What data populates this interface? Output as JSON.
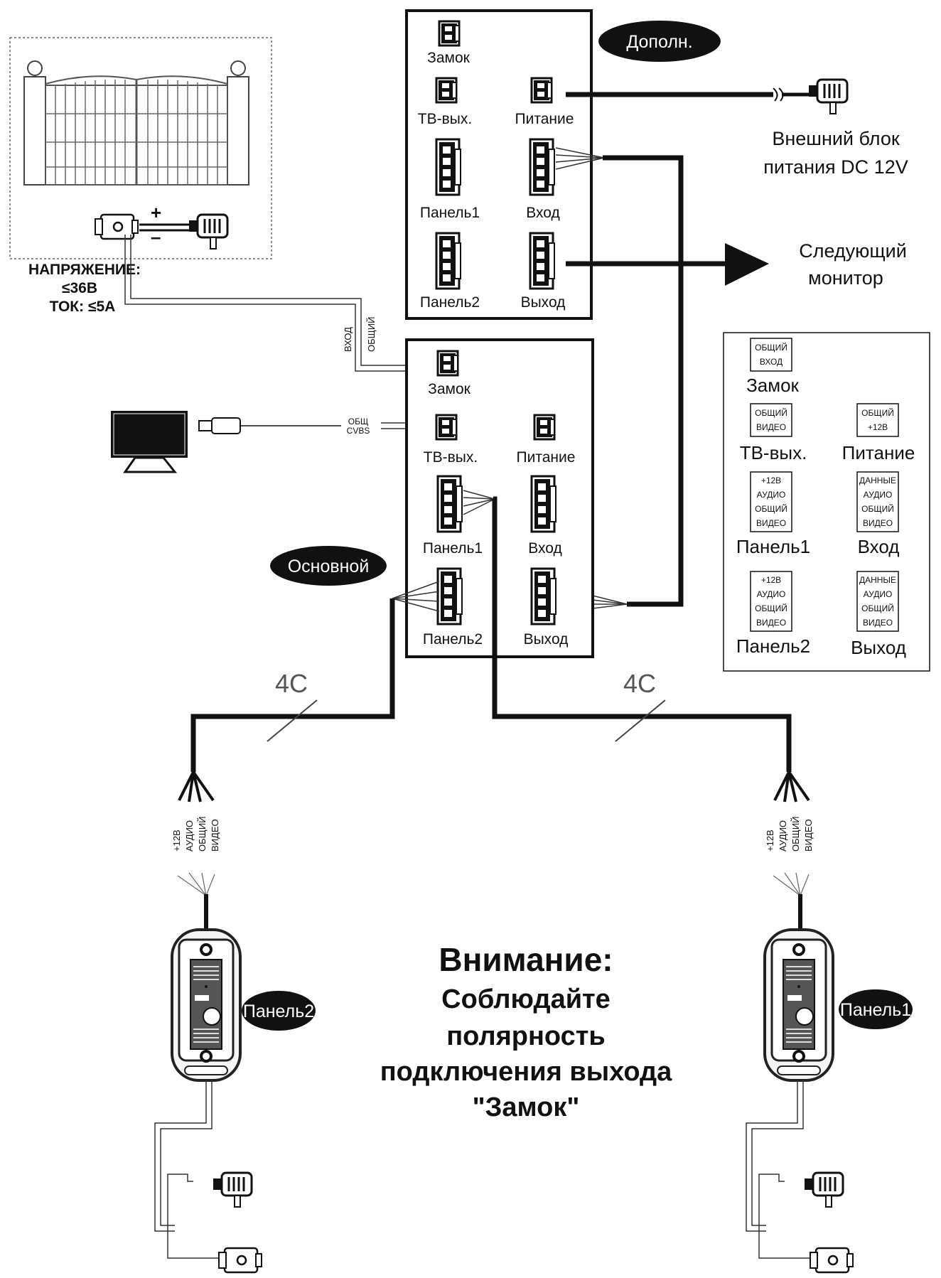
{
  "extra_monitor": {
    "badge": "Дополн.",
    "ports": {
      "lock": "Замок",
      "tv_out": "ТВ-вых.",
      "power": "Питание",
      "panel1": "Панель1",
      "input": "Вход",
      "panel2": "Панель2",
      "output": "Выход"
    }
  },
  "main_monitor": {
    "badge": "Основной",
    "ports": {
      "lock": "Замок",
      "tv_out": "ТВ-вых.",
      "power": "Питание",
      "panel1": "Панель1",
      "input": "Вход",
      "panel2": "Панель2",
      "output": "Выход"
    }
  },
  "power_supply": {
    "line1": "Внешний блок",
    "line2": "питания DC 12V"
  },
  "next_monitor": {
    "line1": "Следующий",
    "line2": "монитор"
  },
  "gate": {
    "plus": "+",
    "minus": "–",
    "voltage": "НАПРЯЖЕНИЕ:",
    "voltage_value": "≤36В",
    "current": "ТОК: ≤5А"
  },
  "lock_wire": {
    "in": "ВХОД",
    "common": "ОБЩИЙ"
  },
  "tv_wire": {
    "common": "ОБЩ",
    "cvbs": "CVBS"
  },
  "cable_left": "4C",
  "cable_right": "4C",
  "wire_labels": [
    "+12В",
    "АУДИО",
    "ОБЩИЙ",
    "ВИДЕО"
  ],
  "legend": {
    "lock": {
      "pins": [
        "ОБЩИЙ",
        "ВХОД"
      ],
      "name": "Замок"
    },
    "tv_out": {
      "pins": [
        "ОБЩИЙ",
        "ВИДЕО"
      ],
      "name": "ТВ-вых."
    },
    "power": {
      "pins": [
        "ОБЩИЙ",
        "+12В"
      ],
      "name": "Питание"
    },
    "panel1": {
      "pins": [
        "+12В",
        "АУДИО",
        "ОБЩИЙ",
        "ВИДЕО"
      ],
      "name": "Панель1"
    },
    "input": {
      "pins": [
        "ДАННЫЕ",
        "АУДИО",
        "ОБЩИЙ",
        "ВИДЕО"
      ],
      "name": "Вход"
    },
    "panel2": {
      "pins": [
        "+12В",
        "АУДИО",
        "ОБЩИЙ",
        "ВИДЕО"
      ],
      "name": "Панель2"
    },
    "output": {
      "pins": [
        "ДАННЫЕ",
        "АУДИО",
        "ОБЩИЙ",
        "ВИДЕО"
      ],
      "name": "Выход"
    }
  },
  "panel_left_badge": "Панель2",
  "panel_right_badge": "Панель1",
  "attention": {
    "heading": "Внимание:",
    "line1": "Соблюдайте",
    "line2": "полярность",
    "line3": "подключения выхода",
    "line4": "\"Замок\""
  }
}
